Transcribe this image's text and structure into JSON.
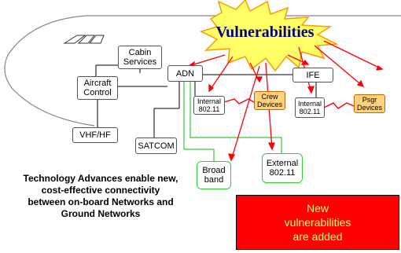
{
  "burst": {
    "label": "Vulnerabilities"
  },
  "nodes": {
    "cabin_services": "Cabin\nServices",
    "aircraft_control": "Aircraft\nControl",
    "adn": "ADN",
    "ife": "IFE",
    "internal_adn": "Internal\n802.11",
    "crew_devices": "Crew\nDevices",
    "internal_ife": "Internal\n802.11",
    "psgr_devices": "Psgr\nDevices",
    "vhf_hf": "VHF/HF",
    "satcom": "SATCOM",
    "broadband": "Broad\nband",
    "external": "External\n802.11"
  },
  "technology_text": "Technology Advances enable new, cost-effective connectivity between on-board Networks and Ground Networks",
  "callout": "New\nvulnerabilities\nare added",
  "colors": {
    "burst_fill": "#ffff66",
    "burst_stroke": "#ff9900",
    "red": "#ff0000",
    "green": "#33cc33",
    "orange_box": "#ffd27f"
  }
}
